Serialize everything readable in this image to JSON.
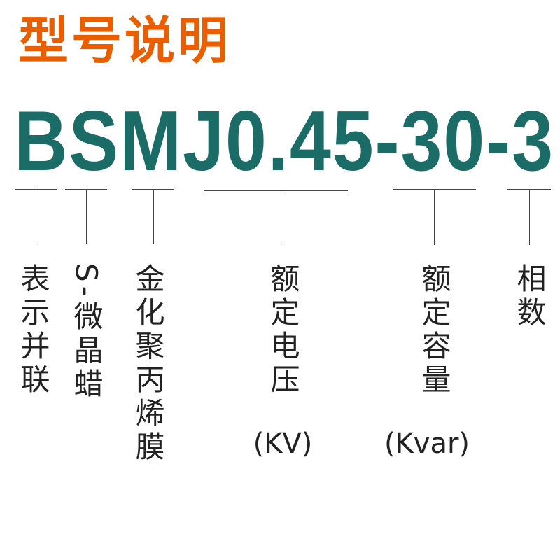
{
  "title": "型号说明",
  "model": "BSMJ0.45-30-3",
  "colors": {
    "title": "#ea5e00",
    "model": "#1b6b67",
    "lines": "#444444"
  },
  "segments": [
    {
      "label": "表示并联"
    },
    {
      "label": "S-微晶蜡"
    },
    {
      "label": "金化聚丙烯膜"
    },
    {
      "label": "额定电压",
      "unit": "(KV)"
    },
    {
      "label": "额定容量",
      "unit": "(Kvar)"
    },
    {
      "label": "相数"
    }
  ]
}
